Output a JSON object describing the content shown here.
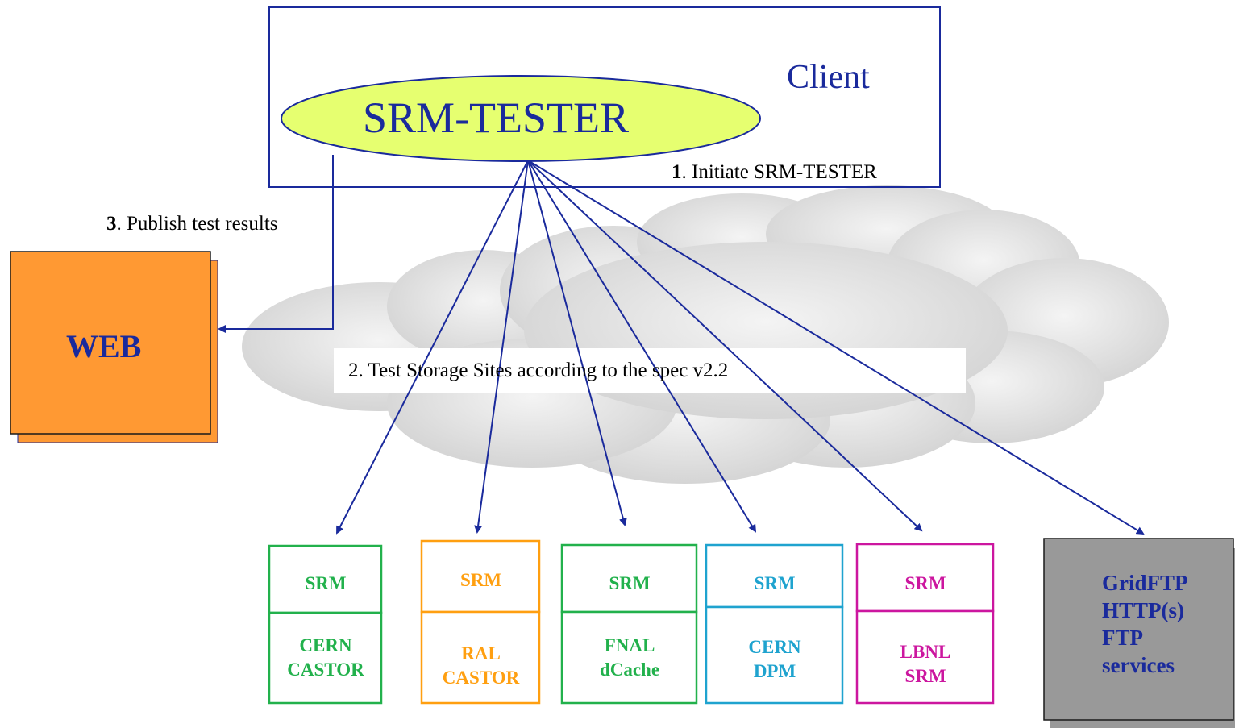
{
  "client": {
    "label": "Client"
  },
  "tester": {
    "label": "SRM-TESTER"
  },
  "steps": {
    "initiate_num": "1",
    "initiate_text": ". Initiate SRM-TESTER",
    "test_text": "2. Test Storage Sites according to the spec v2.2",
    "publish_num": "3",
    "publish_text": ". Publish test results"
  },
  "web": {
    "label": "WEB"
  },
  "sites": [
    {
      "top": "SRM",
      "bottom": [
        "CERN",
        "CASTOR"
      ],
      "color": "#22b14c"
    },
    {
      "top": "SRM",
      "bottom": [
        "RAL",
        "CASTOR"
      ],
      "color": "#ff9f10"
    },
    {
      "top": "SRM",
      "bottom": [
        "FNAL",
        "dCache"
      ],
      "color": "#22b14c"
    },
    {
      "top": "SRM",
      "bottom": [
        "CERN",
        "DPM"
      ],
      "color": "#1fa3cf"
    },
    {
      "top": "SRM",
      "bottom": [
        "LBNL",
        "SRM"
      ],
      "color": "#cc169f"
    }
  ],
  "services": {
    "lines": [
      "GridFTP",
      "HTTP(s)",
      "FTP",
      "services"
    ]
  },
  "colors": {
    "arrow": "#1a2a9c",
    "ellipse_fill": "#e6ff70",
    "web_fill": "#ff9933",
    "services_fill": "#999999",
    "cloud": "#d9d9d9"
  }
}
